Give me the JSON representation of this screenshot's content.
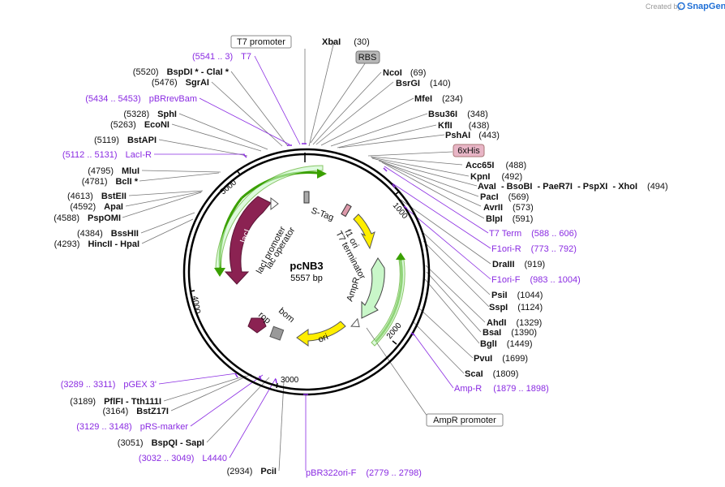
{
  "header": {
    "credit": "Created by",
    "brand": "SnapGene"
  },
  "plasmid": {
    "name": "pcNB3",
    "length": "5557 bp"
  },
  "ticks": [
    "1000",
    "2000",
    "3000",
    "4000",
    "5000"
  ],
  "boxed": {
    "t7_promoter": "T7 promoter",
    "rbs": "RBS",
    "sixhis": "6xHis",
    "ampr_promoter": "AmpR promoter"
  },
  "features_on_map": {
    "laci": "lacI",
    "laci_promoter": "lacI promoter",
    "lac_operator": "lac operator",
    "s_tag": "S-Tag",
    "f1_ori": "f1 ori",
    "t7_terminator": "T7 terminator",
    "ampr": "AmpR",
    "ori": "ori",
    "rop": "rop",
    "bom": "bom"
  },
  "right_labels": [
    {
      "name": "XbaI",
      "pos": "(30)"
    },
    {
      "name": "NcoI",
      "pos": "(69)"
    },
    {
      "name": "BsrGI",
      "pos": "(140)"
    },
    {
      "name": "MfeI",
      "pos": "(234)"
    },
    {
      "name": "Bsu36I",
      "pos": "(348)"
    },
    {
      "name": "KflI",
      "pos": "(438)"
    },
    {
      "name": "PshAI",
      "pos": "(443)"
    },
    {
      "name": "Acc65I",
      "pos": "(488)"
    },
    {
      "name": "KpnI",
      "pos": "(492)"
    },
    {
      "name": "AvaI  - BsoBI  - PaeR7I  - PspXI  - XhoI",
      "pos": "(494)"
    },
    {
      "name": "PacI",
      "pos": "(569)"
    },
    {
      "name": "AvrII",
      "pos": "(573)"
    },
    {
      "name": "BlpI",
      "pos": "(591)"
    },
    {
      "name": "DraIII",
      "pos": "(919)"
    },
    {
      "name": "PsiI",
      "pos": "(1044)"
    },
    {
      "name": "SspI",
      "pos": "(1124)"
    },
    {
      "name": "AhdI",
      "pos": "(1329)"
    },
    {
      "name": "BsaI",
      "pos": "(1390)"
    },
    {
      "name": "BglI",
      "pos": "(1449)"
    },
    {
      "name": "PvuI",
      "pos": "(1699)"
    },
    {
      "name": "ScaI",
      "pos": "(1809)"
    }
  ],
  "right_features": [
    {
      "name": "T7 Term",
      "pos": "(588 .. 606)"
    },
    {
      "name": "F1ori-R",
      "pos": "(773 .. 792)"
    },
    {
      "name": "F1ori-F",
      "pos": "(983 .. 1004)"
    },
    {
      "name": "Amp-R",
      "pos": "(1879 .. 1898)"
    }
  ],
  "left_labels": [
    {
      "pos": "(5520)",
      "name": "BspDI *  - ClaI *"
    },
    {
      "pos": "(5476)",
      "name": "SgrAI"
    },
    {
      "pos": "(5328)",
      "name": "SphI"
    },
    {
      "pos": "(5263)",
      "name": "EcoNI"
    },
    {
      "pos": "(5119)",
      "name": "BstAPI"
    },
    {
      "pos": "(4795)",
      "name": "MluI"
    },
    {
      "pos": "(4781)",
      "name": "BclI *"
    },
    {
      "pos": "(4613)",
      "name": "BstEII"
    },
    {
      "pos": "(4592)",
      "name": "ApaI"
    },
    {
      "pos": "(4588)",
      "name": "PspOMI"
    },
    {
      "pos": "(4384)",
      "name": "BssHII"
    },
    {
      "pos": "(4293)",
      "name": "HincII  - HpaI"
    },
    {
      "pos": "(3189)",
      "name": "PflFI  - Tth111I"
    },
    {
      "pos": "(3164)",
      "name": "BstZ17I"
    },
    {
      "pos": "(3051)",
      "name": "BspQI  - SapI"
    },
    {
      "pos": "(2934)",
      "name": "PciI"
    }
  ],
  "left_features": [
    {
      "pos": "(5541 .. 3)",
      "name": "T7"
    },
    {
      "pos": "(5434 .. 5453)",
      "name": "pBRrevBam"
    },
    {
      "pos": "(5112 .. 5131)",
      "name": "LacI-R"
    },
    {
      "pos": "(3289 .. 3311)",
      "name": "pGEX 3'"
    },
    {
      "pos": "(3129 .. 3148)",
      "name": "pRS-marker"
    },
    {
      "pos": "(3032 .. 3049)",
      "name": "L4440"
    }
  ],
  "bottom_feature": {
    "name": "pBR322ori-F",
    "pos": "(2779 .. 2798)"
  },
  "colors": {
    "accent_purple": "#8a2be2",
    "laci": "#8b2252",
    "ampr": "#c9f7c9",
    "yellow": "#ffee00",
    "green_arrow": "#3aa000",
    "rbs_box": "#b7b7b7",
    "his_box": "#e8b5c6"
  }
}
